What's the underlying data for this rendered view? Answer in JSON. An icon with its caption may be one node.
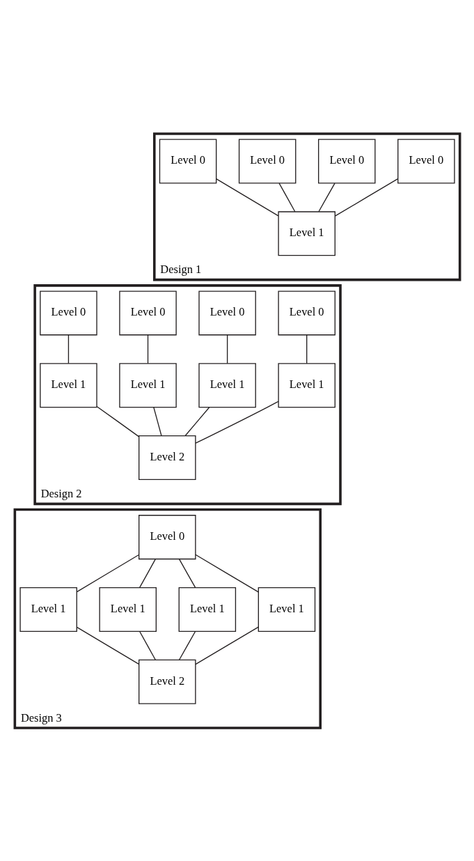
{
  "diagram": {
    "nodes": [
      {
        "text": [
          "Design 1"
        ]
      },
      {
        "text": [
          "Level 0"
        ],
        "in": 0
      },
      {
        "text": [
          "Level 0"
        ],
        "in": 0
      },
      {
        "text": [
          "Level 0"
        ],
        "in": 0
      },
      {
        "text": [
          "Level 0"
        ],
        "in": 0
      },
      {
        "text": [
          "Level 1"
        ],
        "in": 0
      },
      {
        "text": [
          "Design 2"
        ]
      },
      {
        "text": [
          "Level 0"
        ],
        "in": 6
      },
      {
        "text": [
          "Level 0"
        ],
        "in": 6
      },
      {
        "text": [
          "Level 0"
        ],
        "in": 6
      },
      {
        "text": [
          "Level 0"
        ],
        "in": 6
      },
      {
        "text": [
          "Level 1"
        ],
        "in": 6
      },
      {
        "text": [
          "Level 1"
        ],
        "in": 6
      },
      {
        "text": [
          "Level 1"
        ],
        "in": 6
      },
      {
        "text": [
          "Level 1"
        ],
        "in": 6
      },
      {
        "text": [
          "Level 2"
        ],
        "in": 6
      },
      {
        "text": [
          "Design 3"
        ]
      },
      {
        "text": [
          "Level 0"
        ],
        "in": 16
      },
      {
        "text": [
          "Level 1"
        ],
        "in": 16
      },
      {
        "text": [
          "Level 1"
        ],
        "in": 16
      },
      {
        "text": [
          "Level 1"
        ],
        "in": 16
      },
      {
        "text": [
          "Level 1"
        ],
        "in": 16
      },
      {
        "text": [
          "Level 2"
        ],
        "in": 16
      }
    ],
    "edges": [
      {
        "from": 1,
        "to": 5,
        "arrow": "none"
      },
      {
        "from": 2,
        "to": 5,
        "arrow": "none"
      },
      {
        "from": 3,
        "to": 5,
        "arrow": "none"
      },
      {
        "from": 4,
        "to": 5,
        "arrow": "none"
      },
      {
        "from": 7,
        "to": 11,
        "arrow": "none"
      },
      {
        "from": 8,
        "to": 12,
        "arrow": "none"
      },
      {
        "from": 9,
        "to": 13,
        "arrow": "none"
      },
      {
        "from": 10,
        "to": 14,
        "arrow": "none"
      },
      {
        "from": 11,
        "to": 15,
        "arrow": "none"
      },
      {
        "from": 12,
        "to": 15,
        "arrow": "none"
      },
      {
        "from": 13,
        "to": 15,
        "arrow": "none"
      },
      {
        "from": 14,
        "to": 15,
        "arrow": "none"
      },
      {
        "from": 17,
        "to": 18,
        "arrow": "none"
      },
      {
        "from": 17,
        "to": 19,
        "arrow": "none"
      },
      {
        "from": 17,
        "to": 20,
        "arrow": "none"
      },
      {
        "from": 17,
        "to": 21,
        "arrow": "none"
      },
      {
        "from": 18,
        "to": 22,
        "arrow": "none"
      },
      {
        "from": 19,
        "to": 22,
        "arrow": "none"
      },
      {
        "from": 20,
        "to": 22,
        "arrow": "none"
      },
      {
        "from": 21,
        "to": 22,
        "arrow": "none"
      }
    ]
  }
}
